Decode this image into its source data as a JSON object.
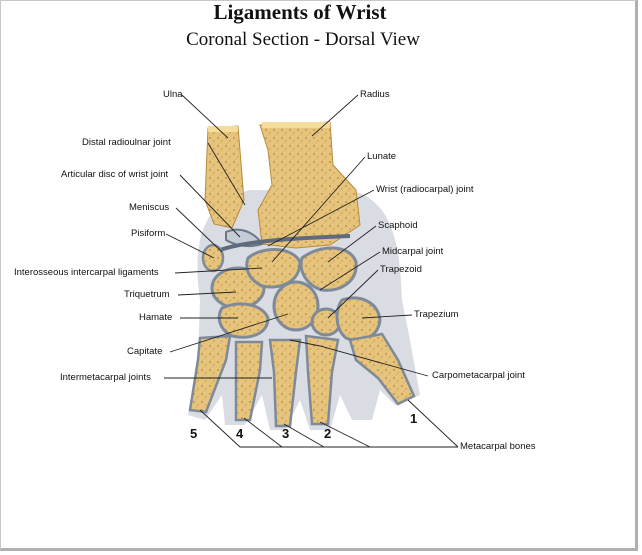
{
  "title": "Ligaments of Wrist",
  "subtitle": "Coronal Section - Dorsal View",
  "labels": {
    "ulna": "Ulna",
    "radius": "Radius",
    "distal_radioulnar_joint": "Distal radioulnar joint",
    "lunate": "Lunate",
    "articular_disc": "Articular disc of wrist joint",
    "wrist_joint": "Wrist (radiocarpal) joint",
    "meniscus": "Meniscus",
    "scaphoid": "Scaphoid",
    "pisiform": "Pisiform",
    "midcarpal_joint": "Midcarpal joint",
    "interosseous_ligaments": "Interosseous intercarpal ligaments",
    "trapezoid": "Trapezoid",
    "triquetrum": "Triquetrum",
    "trapezium": "Trapezium",
    "hamate": "Hamate",
    "capitate": "Capitate",
    "carpometacarpal_joint": "Carpometacarpal joint",
    "intermetacarpal_joints": "Intermetacarpal joints",
    "metacarpal_bones": "Metacarpal bones"
  },
  "metacarpal_numbers": [
    "5",
    "4",
    "3",
    "2",
    "1"
  ],
  "colors": {
    "bone": "#e3c37a",
    "bone_dark": "#b88a3e",
    "cartilage": "#c4ccd6",
    "ligament": "#7f8a99",
    "marrow": "#9b6a2a",
    "leader": "#222222"
  }
}
